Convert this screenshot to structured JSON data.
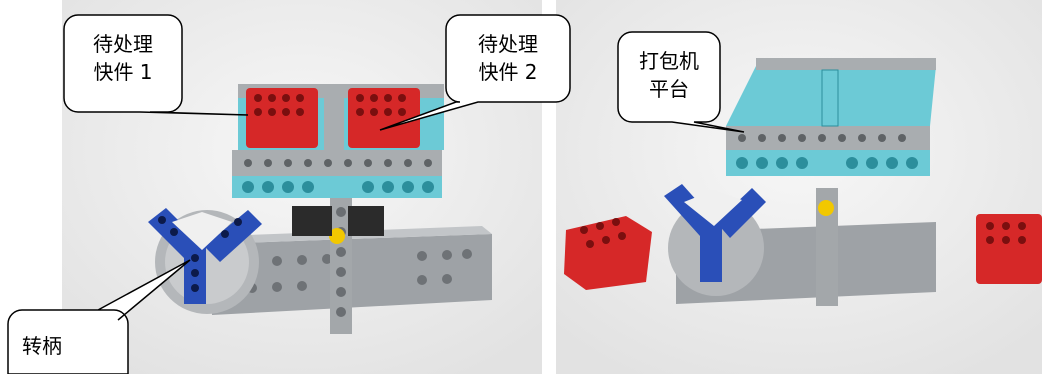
{
  "callouts": {
    "left_1": {
      "line1": "待处理",
      "line2": "快件 1"
    },
    "left_2": {
      "line1": "待处理",
      "line2": "快件 2"
    },
    "right_1": {
      "line1": "打包机",
      "line2": "平台"
    },
    "crank": {
      "label": "转柄"
    }
  },
  "colors": {
    "background_gray": "#eeeeee",
    "red_block": "#d62828",
    "teal_plate": "#6ccad6",
    "blue_arm": "#2a4fb8",
    "beam_gray": "#a9adb0"
  }
}
